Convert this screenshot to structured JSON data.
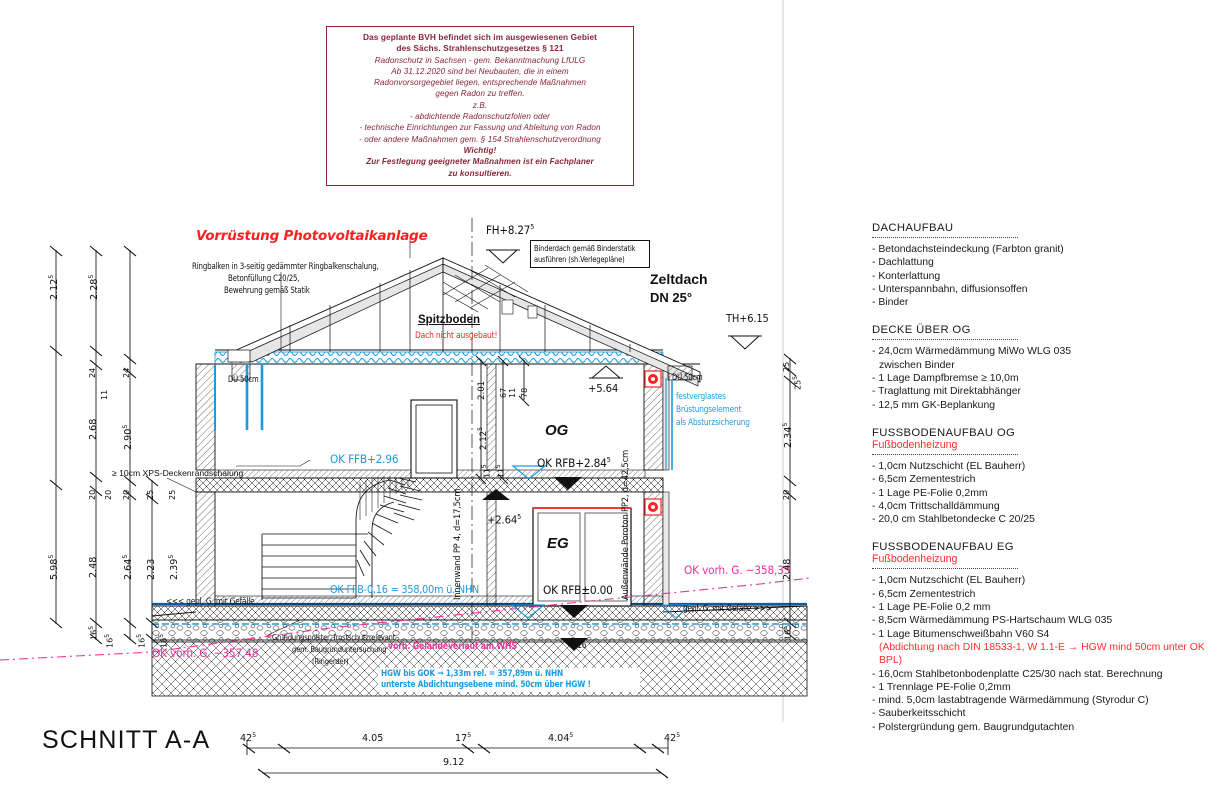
{
  "title": "SCHNITT A-A",
  "radon_notice": {
    "lines": [
      {
        "text": "Das geplante BVH befindet sich im ausgewiesenen Gebiet",
        "style": "b"
      },
      {
        "text": "des Sächs. Strahlenschutzgesetzes § 121",
        "style": "b"
      },
      {
        "text": "Radonschutz in Sachsen - gem. Bekanntmachung LfULG",
        "style": "i"
      },
      {
        "text": "Ab 31.12.2020 sind bei Neubauten, die in einem",
        "style": "i"
      },
      {
        "text": "Radonvorsorgegebiet liegen, entsprechende Maßnahmen",
        "style": "i"
      },
      {
        "text": "gegen Radon zu treffen.",
        "style": "i"
      },
      {
        "text": "z.B.",
        "style": "i"
      },
      {
        "text": "- abdichtende Radonschutzfolien oder",
        "style": "i"
      },
      {
        "text": "- technische Einrichtungen zur Fassung und Ableitung von Radon",
        "style": "i"
      },
      {
        "text": "- oder andere Maßnahmen gem. § 154 Strahlenschutzverordnung",
        "style": "i"
      },
      {
        "text": "Wichtig!",
        "style": "bi"
      },
      {
        "text": "Zur Festlegung geeigneter Maßnahmen ist ein Fachplaner",
        "style": "bi"
      },
      {
        "text": "zu konsultieren.",
        "style": "bi"
      }
    ]
  },
  "specs": [
    {
      "type": "heading",
      "text": "DACHAUFBAU"
    },
    {
      "type": "rule"
    },
    {
      "type": "item",
      "text": "- Betondachsteindeckung (Farbton granit)"
    },
    {
      "type": "item",
      "text": "- Dachlattung"
    },
    {
      "type": "item",
      "text": "- Konterlattung"
    },
    {
      "type": "item",
      "text": "- Unterspannbahn, diffusionsoffen"
    },
    {
      "type": "item",
      "text": "- Binder"
    },
    {
      "type": "gap"
    },
    {
      "type": "heading",
      "text": "DECKE ÜBER OG"
    },
    {
      "type": "rule"
    },
    {
      "type": "item",
      "text": "- 24,0cm Wärmedämmung MiWo WLG 035"
    },
    {
      "type": "item-indent",
      "text": "zwischen Binder"
    },
    {
      "type": "item",
      "text": "- 1 Lage Dampfbremse ≥ 10,0m"
    },
    {
      "type": "item",
      "text": "- Traglattung mit Direktabhänger"
    },
    {
      "type": "item",
      "text": "- 12,5 mm GK-Beplankung"
    },
    {
      "type": "gap"
    },
    {
      "type": "heading",
      "text": "FUSSBODENAUFBAU OG"
    },
    {
      "type": "heading-red",
      "text": "Fußbodenheizung"
    },
    {
      "type": "rule"
    },
    {
      "type": "item",
      "text": "- 1,0cm Nutzschicht (EL Bauherr)"
    },
    {
      "type": "item",
      "text": "- 6,5cm Zementestrich"
    },
    {
      "type": "item",
      "text": "- 1 Lage PE-Folie 0,2mm"
    },
    {
      "type": "item",
      "text": "- 4,0cm Trittschalldämmung"
    },
    {
      "type": "item",
      "text": "- 20,0 cm Stahlbetondecke C 20/25"
    },
    {
      "type": "gap"
    },
    {
      "type": "heading",
      "text": "FUSSBODENAUFBAU EG"
    },
    {
      "type": "heading-red",
      "text": "Fußbodenheizung"
    },
    {
      "type": "rule"
    },
    {
      "type": "item",
      "text": "- 1,0cm Nutzschicht (EL Bauherr)"
    },
    {
      "type": "item",
      "text": "- 6,5cm Zementestrich"
    },
    {
      "type": "item",
      "text": "- 1 Lage PE-Folie 0,2 mm"
    },
    {
      "type": "item",
      "text": "- 8,5cm Wärmedämmung PS-Hartschaum WLG 035"
    },
    {
      "type": "item",
      "text": "- 1 Lage Bitumenschweißbahn V60 S4"
    },
    {
      "type": "item-red",
      "text": "(Abdichtung nach DIN 18533-1, W 1.1-E → HGW mind 50cm unter OK BPL)"
    },
    {
      "type": "item",
      "text": "- 16,0cm Stahlbetonbodenplatte C25/30 nach stat. Berechnung"
    },
    {
      "type": "item",
      "text": "- 1 Trennlage PE-Folie 0,2mm"
    },
    {
      "type": "item",
      "text": "- mind. 5,0cm lastabtragende Wärmedämmung (Styrodur C)"
    },
    {
      "type": "item",
      "text": "- Sauberkeitsschicht"
    },
    {
      "type": "item",
      "text": "- Polstergründung gem. Baugrundgutachten"
    }
  ],
  "drawing_labels": {
    "pv": "Vorrüstung Photovoltaikanlage",
    "ringbalken_1": "Ringbalken in 3-seitig gedämmter Ringbalkenschalung,",
    "ringbalken_2": "Betonfüllung C20/25,",
    "ringbalken_3": "Bewehrung gemäß Statik",
    "fh": "FH+8.27",
    "fh_sup": "5",
    "binderdach_1": "Binderdach gemäß Binderstatik",
    "binderdach_2": "ausführen (sh.Verlegepläne)",
    "zeltdach": "Zeltdach",
    "dn": "DN 25°",
    "th": "TH+6.15",
    "spitzboden": "Spitzboden",
    "spitzboden_note": "Dach nicht ausgebaut!",
    "du_left": "DÜ 50cm",
    "du_right": "DÜ 50cm",
    "plus564": "+5.64",
    "og": "OG",
    "ok_rfb_og": "OK RFB+2.84",
    "ok_rfb_og_sup": "5",
    "ok_ffb_og": "OK FFB+2.96",
    "brust_1": "festverglastes",
    "brust_2": "Brüstungselement",
    "brust_3": "als Absturzsicherung",
    "plus264": "+2.64",
    "plus264_sup": "5",
    "eg": "EG",
    "ok_rfb_eg": "OK RFB±0.00",
    "ok_ffb_eg": "OK FFB-0,16  = 358,00m ü. NHN",
    "xps": "≥ 10cm XPS-Deckenrandschalung",
    "gefaelle_left": "<<< gepl. G. mit Gefälle",
    "gefaelle_right": "gepl. G. mit Gefälle >>>",
    "aussenwand": "Außenwände Poroton PP2, d=42,5cm",
    "innenwand": "Innenwand PP 4, d=17,5cm",
    "ok_vorh_g_right": "OK vorh. G.  ~358,35",
    "ok_vorh_g_left": "OK vorh. G.  ~357,48",
    "gelaende_whs": "vorh. Geländeverlauf am WHS",
    "minus016": "-0,16",
    "gruendung_1": "Gründungspolster, frostschutzrelevant",
    "gruendung_2": "gem. Baugrunduntersuchung",
    "gruendung_3": "(Ringerder)",
    "hgw_1": "HGW bis GOK → 1,33m rel. = 357,89m ü. NHN",
    "hgw_2": "unterste Abdichtungsebene mind. 50cm über HGW !"
  },
  "dimensions": {
    "left_chain_outer": [
      "2.12",
      "5.98",
      "2.48"
    ],
    "left_chain_outer_sup": [
      "5",
      "5",
      ""
    ],
    "left_chain_2": [
      "2.28",
      "24",
      "2.68",
      "20",
      "2.64",
      "16"
    ],
    "left_chain_2_sup": [
      "5",
      "",
      "",
      "",
      "5",
      "5"
    ],
    "left_small": [
      "11",
      "24",
      "11",
      "20",
      "16"
    ],
    "left_small_sup": [
      "",
      "",
      "5",
      "",
      "5"
    ],
    "left_chain_3": [
      "2.90",
      "2.23",
      "25",
      "16"
    ],
    "left_chain_3_sup": [
      "5",
      "",
      "",
      "5"
    ],
    "left_chain_4": [
      "2.39",
      "25"
    ],
    "left_chain_4_sup": [
      "5",
      ""
    ],
    "right_chain": [
      "25",
      "25",
      "2.34",
      "20",
      "2.48",
      "16"
    ],
    "right_chain_sup": [
      "",
      "5",
      "5",
      "",
      "",
      "5"
    ],
    "inner_roof": [
      "67",
      "11",
      "78"
    ],
    "inner_og": [
      "2.01",
      "2.12"
    ],
    "inner_og_sup": [
      "",
      "5"
    ],
    "inner_small": [
      "11",
      "11"
    ],
    "inner_small_sup": [
      "5",
      "5"
    ],
    "bottom": [
      "42",
      "4.05",
      "17",
      "4.04",
      "42"
    ],
    "bottom_sup": [
      "5",
      "",
      "5",
      "5",
      "5"
    ],
    "total": "9.12"
  },
  "colors": {
    "red": "#ff2020",
    "blue": "#1b9ae0",
    "pink": "#f0329b",
    "dark_red": "#8a2436",
    "line": "#111111"
  }
}
